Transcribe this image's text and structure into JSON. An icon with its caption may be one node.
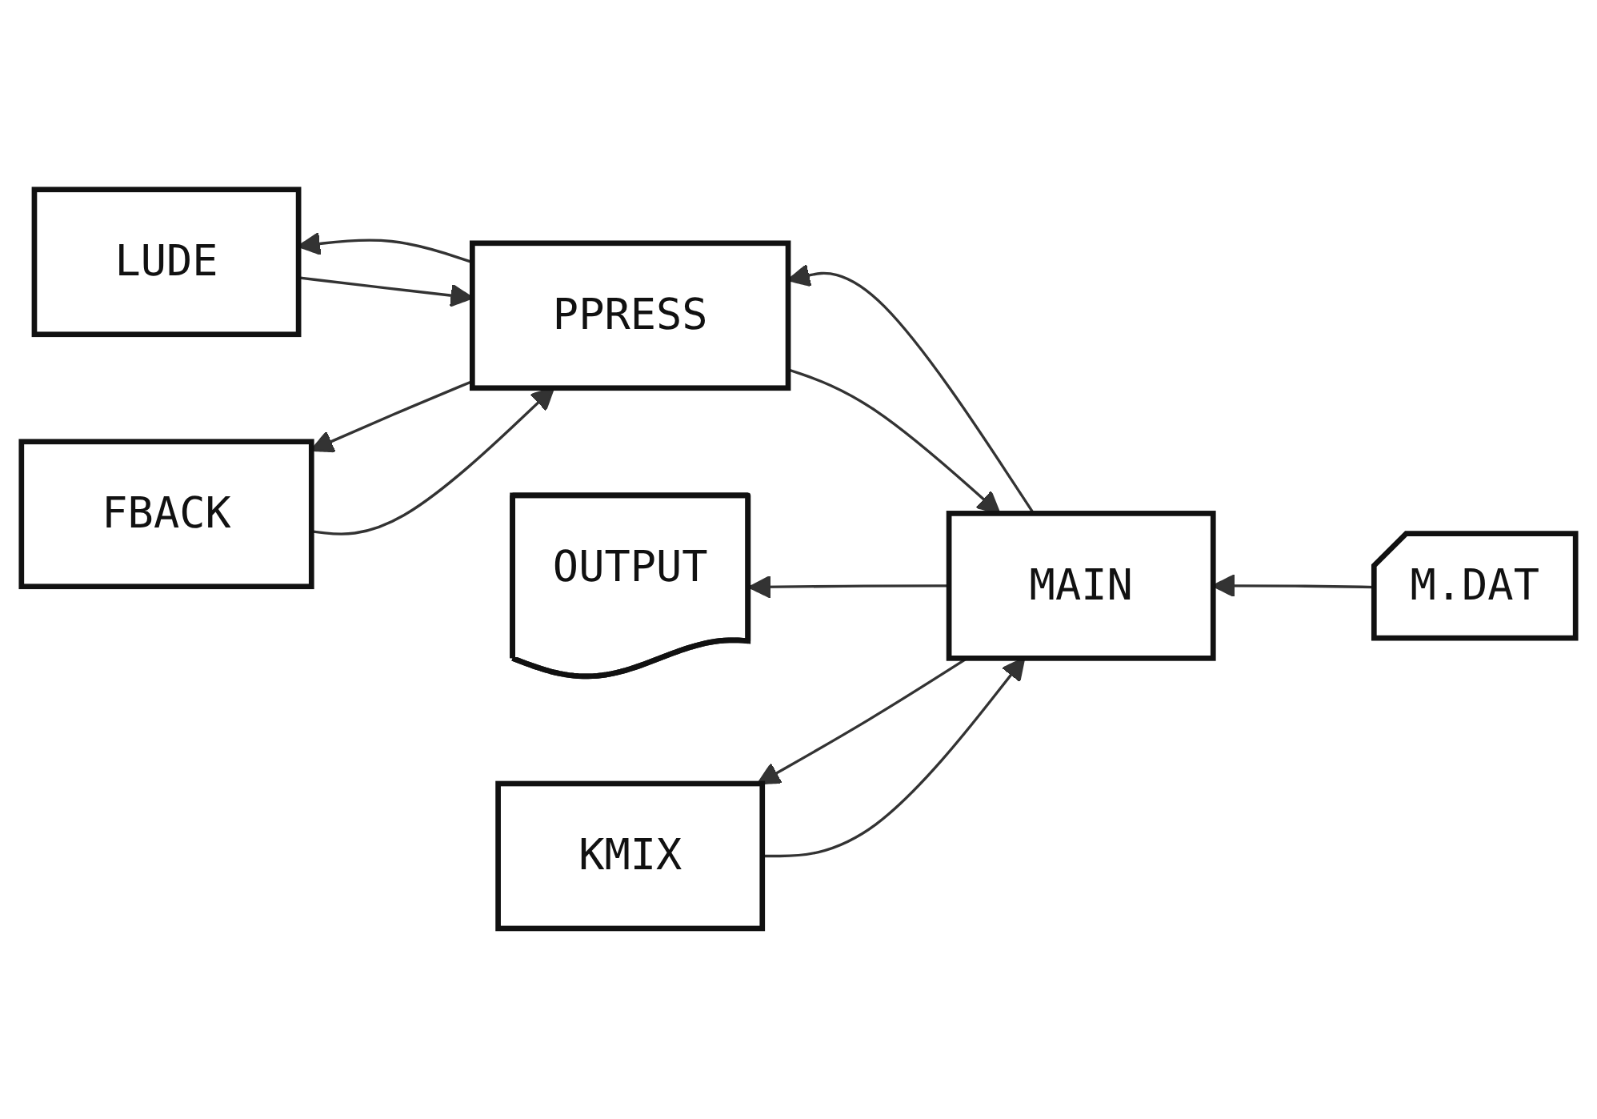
{
  "diagram": {
    "nodes": [
      {
        "text": [
          "M.DAT"
        ]
      },
      {
        "text": [
          "LUDE"
        ]
      },
      {
        "text": [
          "PPRESS"
        ]
      },
      {
        "text": [
          "MAIN"
        ]
      },
      {
        "text": [
          "OUTPUT"
        ]
      },
      {
        "text": [
          "FBACK"
        ]
      },
      {
        "text": [
          "KMIX"
        ]
      }
    ],
    "edges": [
      {
        "from": 0,
        "to": 3,
        "arrow": "to"
      },
      {
        "from": 3,
        "to": 2,
        "arrow": "to"
      },
      {
        "from": 2,
        "to": 3,
        "arrow": "to"
      },
      {
        "from": 2,
        "to": 1,
        "arrow": "to"
      },
      {
        "from": 1,
        "to": 2,
        "arrow": "to"
      },
      {
        "from": 2,
        "to": 5,
        "arrow": "to"
      },
      {
        "from": 5,
        "to": 2,
        "arrow": "to"
      },
      {
        "from": 3,
        "to": 4,
        "arrow": "to"
      },
      {
        "from": 3,
        "to": 6,
        "arrow": "to"
      },
      {
        "from": 6,
        "to": 3,
        "arrow": "to"
      }
    ]
  }
}
